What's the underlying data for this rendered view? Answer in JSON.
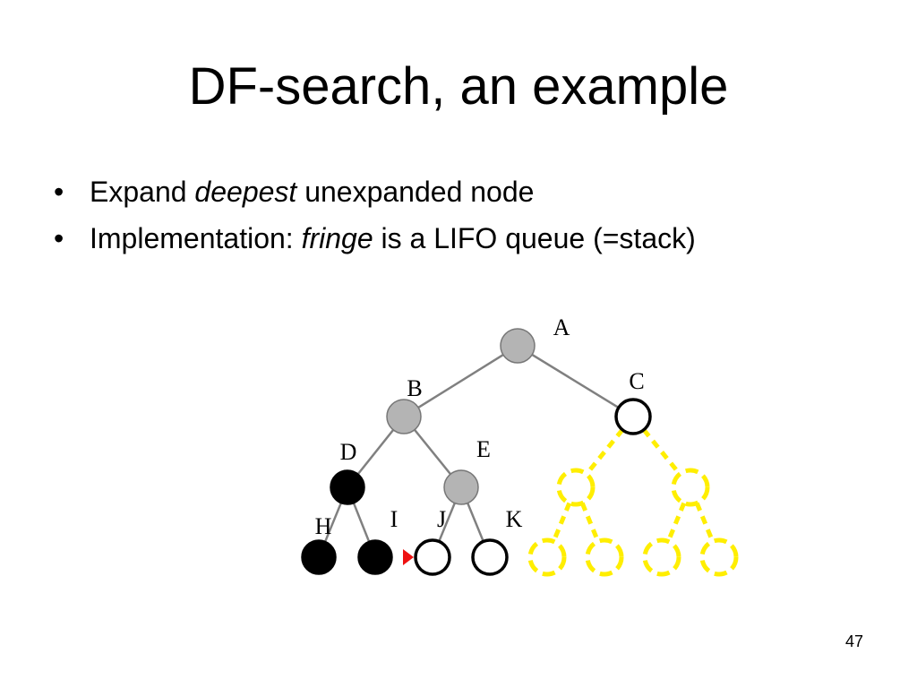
{
  "slide": {
    "title": "DF-search, an example",
    "bullets": [
      {
        "before": "Expand ",
        "emph": "deepest",
        "after": " unexpanded node"
      },
      {
        "before": "Implementation: ",
        "emph": "fringe",
        "after": " is a LIFO queue (=stack)"
      }
    ],
    "bullet_glyph": "•",
    "page_number": "47"
  },
  "tree": {
    "colors": {
      "expanded": "#b4b4b4",
      "fringe": "#ffffff",
      "explored_leaf": "#000000",
      "unexplored": "#ffee00",
      "edge": "#808080",
      "marker": "#ee1111"
    },
    "nodes": [
      {
        "id": "A",
        "label": "A",
        "state": "expanded"
      },
      {
        "id": "B",
        "label": "B",
        "state": "expanded"
      },
      {
        "id": "C",
        "label": "C",
        "state": "fringe"
      },
      {
        "id": "D",
        "label": "D",
        "state": "explored_leaf"
      },
      {
        "id": "E",
        "label": "E",
        "state": "expanded"
      },
      {
        "id": "H",
        "label": "H",
        "state": "explored_leaf"
      },
      {
        "id": "I",
        "label": "I",
        "state": "explored_leaf"
      },
      {
        "id": "J",
        "label": "J",
        "state": "fringe"
      },
      {
        "id": "K",
        "label": "K",
        "state": "fringe"
      },
      {
        "id": "C1",
        "label": "",
        "state": "unexplored"
      },
      {
        "id": "C2",
        "label": "",
        "state": "unexplored"
      },
      {
        "id": "C11",
        "label": "",
        "state": "unexplored"
      },
      {
        "id": "C12",
        "label": "",
        "state": "unexplored"
      },
      {
        "id": "C21",
        "label": "",
        "state": "unexplored"
      },
      {
        "id": "C22",
        "label": "",
        "state": "unexplored"
      }
    ],
    "edges": [
      {
        "from": "A",
        "to": "B",
        "style": "solid"
      },
      {
        "from": "A",
        "to": "C",
        "style": "solid"
      },
      {
        "from": "B",
        "to": "D",
        "style": "solid"
      },
      {
        "from": "B",
        "to": "E",
        "style": "solid"
      },
      {
        "from": "D",
        "to": "H",
        "style": "solid"
      },
      {
        "from": "D",
        "to": "I",
        "style": "solid"
      },
      {
        "from": "E",
        "to": "J",
        "style": "solid"
      },
      {
        "from": "E",
        "to": "K",
        "style": "solid"
      },
      {
        "from": "C",
        "to": "C1",
        "style": "dashed"
      },
      {
        "from": "C",
        "to": "C2",
        "style": "dashed"
      },
      {
        "from": "C1",
        "to": "C11",
        "style": "dashed"
      },
      {
        "from": "C1",
        "to": "C12",
        "style": "dashed"
      },
      {
        "from": "C2",
        "to": "C21",
        "style": "dashed"
      },
      {
        "from": "C2",
        "to": "C22",
        "style": "dashed"
      }
    ],
    "current_marker_node": "J"
  }
}
